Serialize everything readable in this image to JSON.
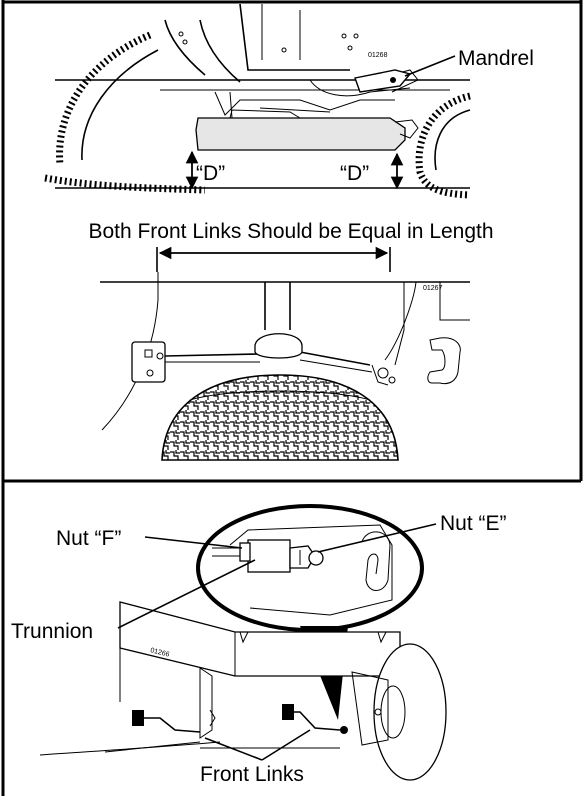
{
  "panel1": {
    "mandrel_label": "Mandrel",
    "d_left_label": "“D”",
    "d_right_label": "“D”",
    "part_number": "01268"
  },
  "panel2": {
    "caption": "Both Front Links Should be Equal in Length",
    "part_number": "01267"
  },
  "panel3": {
    "nut_f_label": "Nut “F”",
    "nut_e_label": "Nut “E”",
    "trunnion_label": "Trunnion",
    "front_links_label": "Front Links",
    "part_number": "01266"
  },
  "colors": {
    "ink": "#000000",
    "background": "#ffffff",
    "fill_grey": "#e6e6e6"
  }
}
